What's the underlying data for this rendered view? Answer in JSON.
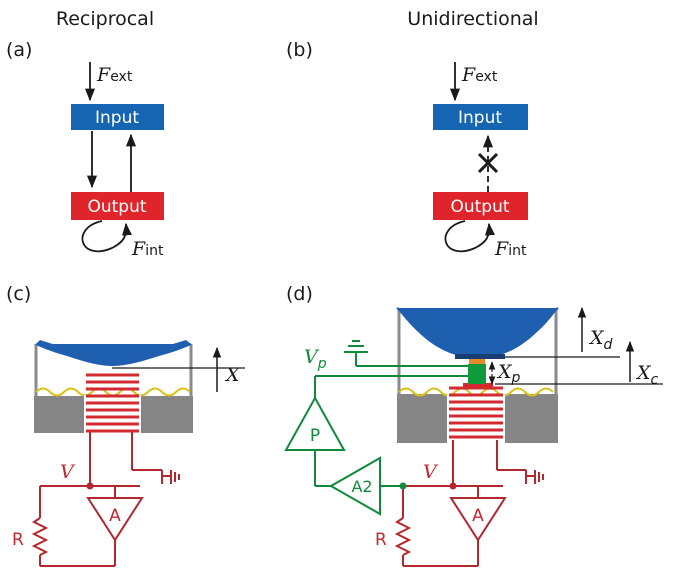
{
  "headers": {
    "left": "Reciprocal",
    "right": "Unidirectional"
  },
  "panels": {
    "a": "(a)",
    "b": "(b)",
    "c": "(c)",
    "d": "(d)"
  },
  "blocks": {
    "input": "Input",
    "output": "Output"
  },
  "forces": {
    "symbol": "F",
    "ext_sub": "ext",
    "int_sub": "int"
  },
  "circuit": {
    "x_label": "X",
    "v_label": "V",
    "r_label": "R",
    "amp_a": "A",
    "amp_a2": "A2",
    "amp_p": "P",
    "vp_symbol": "V",
    "vp_sub": "p",
    "xd_symbol": "X",
    "xd_sub": "d",
    "xc_symbol": "X",
    "xc_sub": "c",
    "xp_symbol": "X",
    "xp_sub": "p"
  },
  "colors": {
    "input_block": "#1565b3",
    "output_block": "#e0242c",
    "membrane": "#1f5fb0",
    "magnet": "#858585",
    "coil": "#d32a30",
    "circuit_red": "#b3282e",
    "feedback_green": "#0f8a3a",
    "spring": "#d7c21a",
    "piezo_tip": "#e48a2a"
  }
}
